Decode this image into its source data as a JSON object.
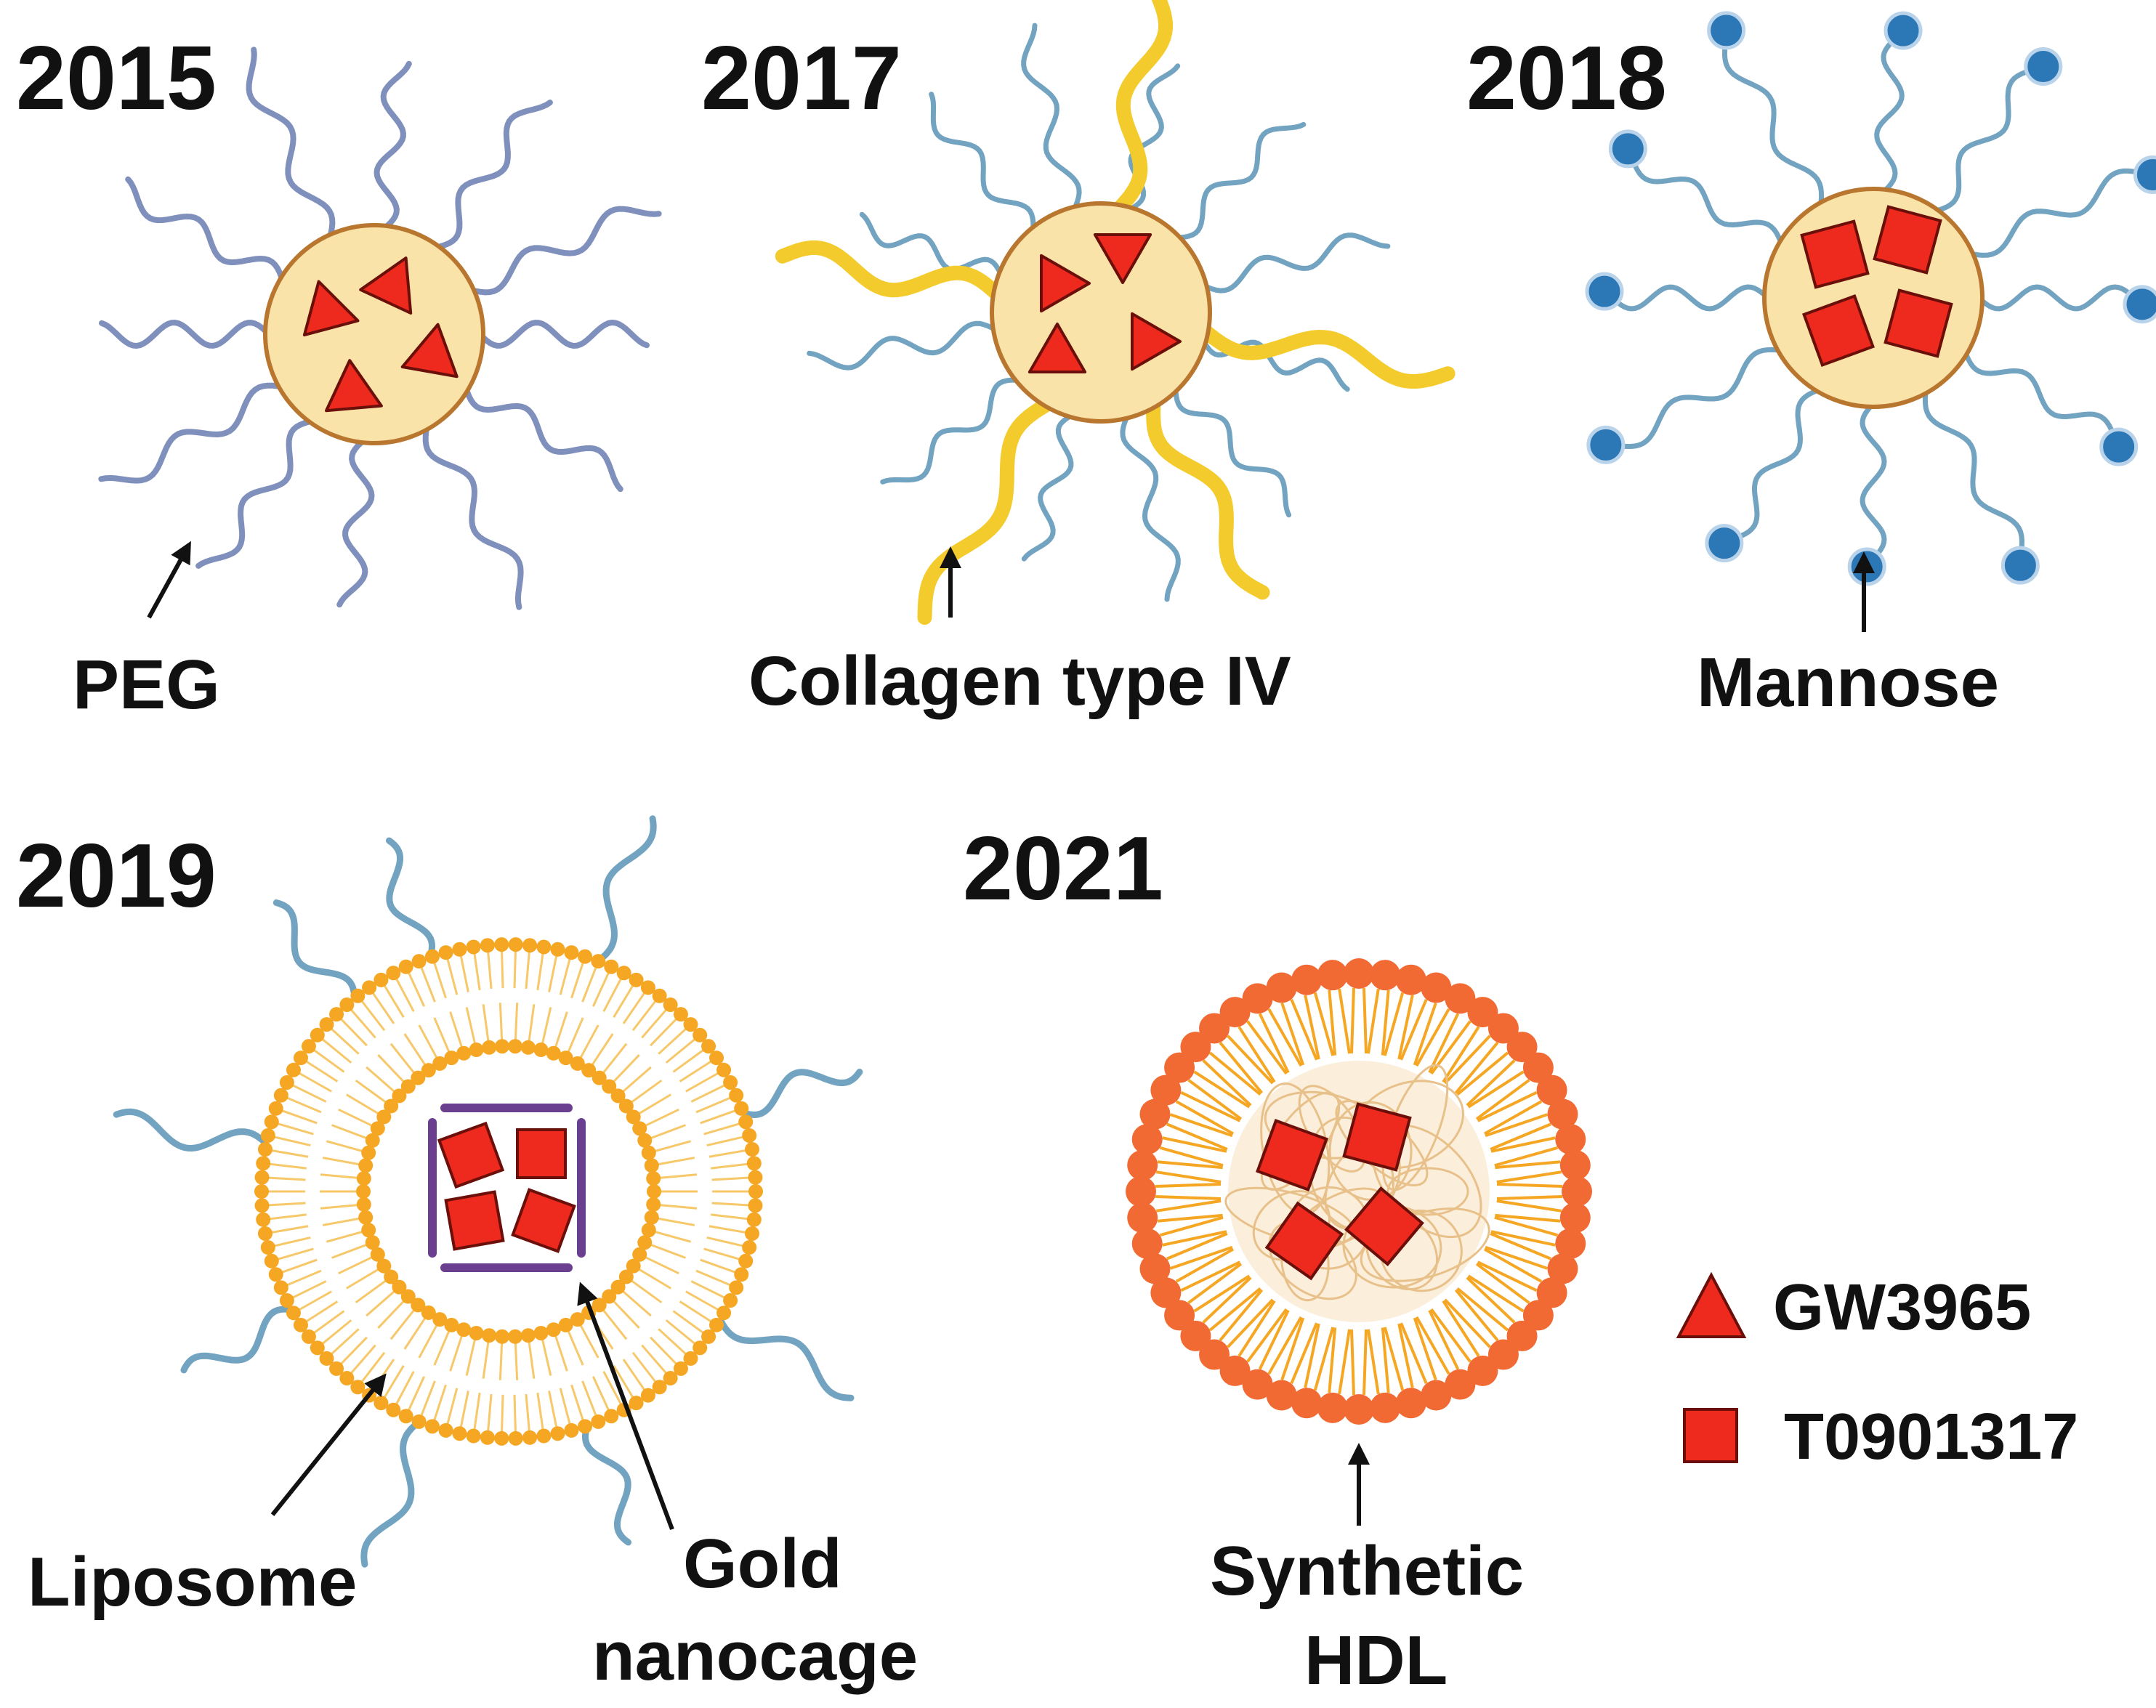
{
  "panels": {
    "p2015": {
      "year": "2015",
      "label": "PEG"
    },
    "p2017": {
      "year": "2017",
      "label": "Collagen type IV"
    },
    "p2018": {
      "year": "2018",
      "label": "Mannose"
    },
    "p2019": {
      "year": "2019",
      "label_liposome": "Liposome",
      "label_gold_1": "Gold",
      "label_gold_2": "nanocage"
    },
    "p2021": {
      "year": "2021",
      "label_1": "Synthetic",
      "label_2": "HDL"
    }
  },
  "legend": {
    "triangle_label": "GW3965",
    "square_label": "T0901317"
  },
  "colors": {
    "drug_red": "#ee2a1f",
    "core_fill": "#f9e3a9",
    "core_stroke": "#b8762f",
    "peg": "#8090bd",
    "chain": "#72a3c1",
    "collagen": "#f4cb2c",
    "mannose": "#2c78b7",
    "lipid": "#f5a623",
    "hdl_head": "#f26a33",
    "cage": "#6a3f8f"
  }
}
